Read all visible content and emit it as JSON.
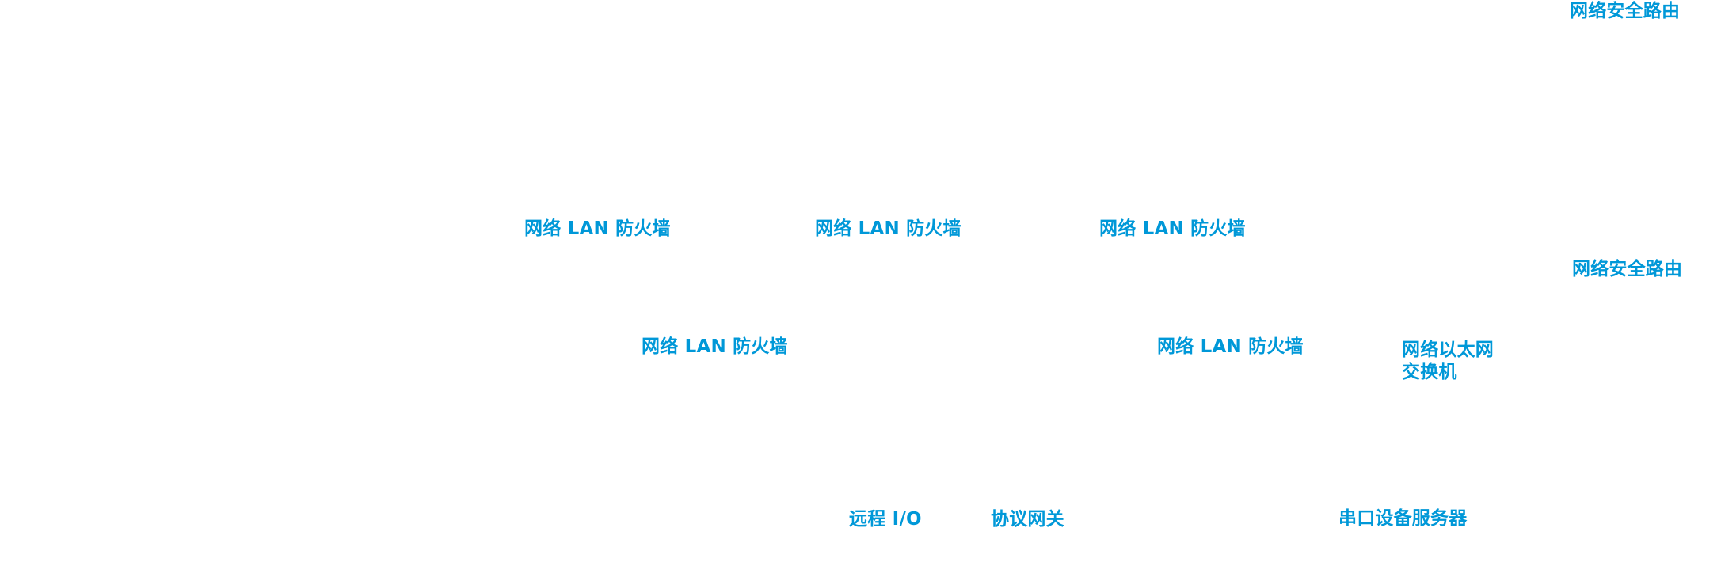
{
  "colors": {
    "label": "#0098d8",
    "background": "#ffffff"
  },
  "labels": {
    "router_top": "网络安全路由",
    "router_mid": "网络安全路由",
    "firewall_1": "网络 LAN 防火墙",
    "firewall_2": "网络 LAN 防火墙",
    "firewall_3": "网络 LAN 防火墙",
    "firewall_4": "网络 LAN 防火墙",
    "firewall_5": "网络 LAN 防火墙",
    "ethernet_switch_line1": "网络以太网",
    "ethernet_switch_line2": "交换机",
    "remote_io": "远程 I/O",
    "protocol_gateway": "协议网关",
    "serial_device_server": "串口设备服务器"
  }
}
